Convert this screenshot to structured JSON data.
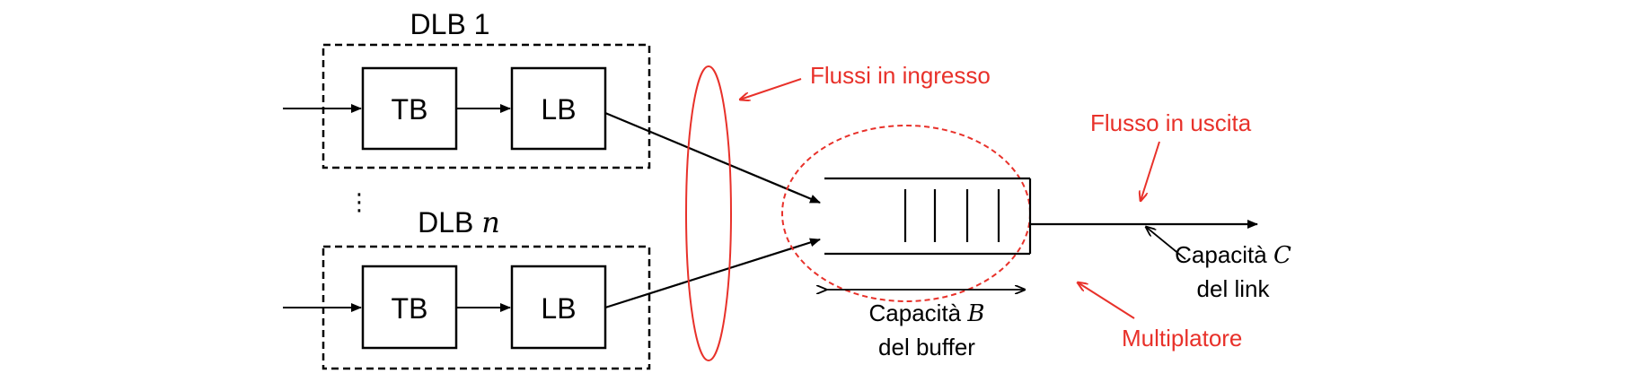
{
  "dlb1": {
    "title": "DLB 1",
    "tb": "TB",
    "lb": "LB"
  },
  "dlbn": {
    "title_prefix": "DLB ",
    "title_var": "n",
    "tb": "TB",
    "lb": "LB"
  },
  "ellipsis": "⋮",
  "annotations": {
    "input_flows": "Flussi in ingresso",
    "output_flow": "Flusso in uscita",
    "multiplexer": "Multiplatore"
  },
  "buffer_capacity": {
    "prefix": "Capacità ",
    "var": "B",
    "line2": "del buffer"
  },
  "link_capacity": {
    "prefix": "Capacità ",
    "var": "C",
    "line2": "del link"
  },
  "colors": {
    "annotation": "#e8312a",
    "stroke": "#000000",
    "background": "#ffffff"
  },
  "icons": [
    "arrow-icon",
    "dashed-ellipse-icon",
    "ellipse-icon"
  ]
}
